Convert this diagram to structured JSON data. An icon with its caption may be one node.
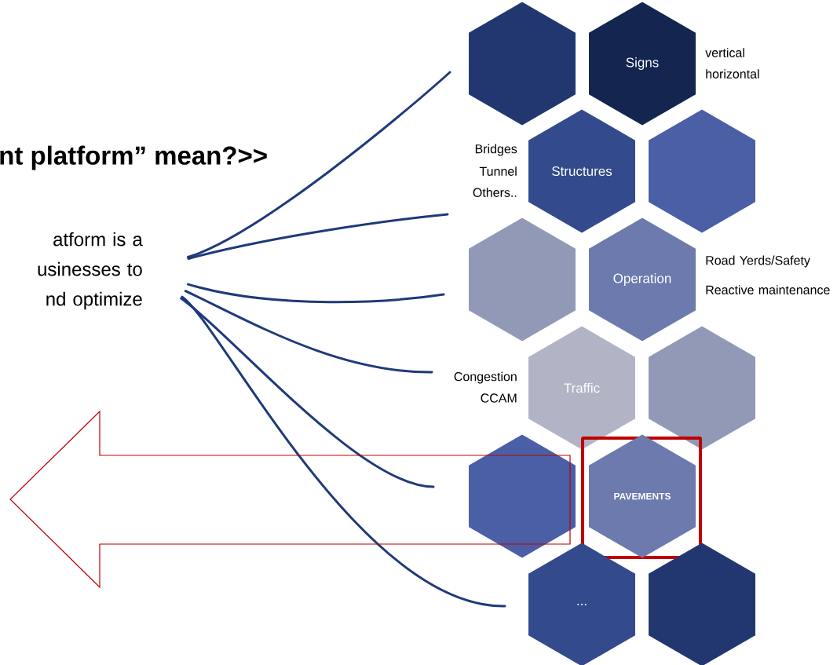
{
  "diagram": {
    "title": "nt platform” mean?>>",
    "nodes": [
      {
        "text": [],
        "shape": "hexagon"
      },
      {
        "text": [
          "Signs"
        ],
        "beside": [
          "vertical",
          "horizontal"
        ]
      },
      {
        "text": [
          "Structures"
        ],
        "beside": [
          "Bridges",
          "Tunnel",
          "Others.."
        ]
      },
      {
        "text": [],
        "shape": "hexagon"
      },
      {
        "text": [],
        "shape": "hexagon"
      },
      {
        "text": [
          "Operation"
        ],
        "beside": [
          "Road Yerds/Safety",
          "Reactive maintenance"
        ]
      },
      {
        "text": [
          "Traffic"
        ],
        "beside": [
          "Congestion",
          "CCAM"
        ]
      },
      {
        "text": [],
        "shape": "hexagon"
      },
      {
        "text": [],
        "shape": "hexagon"
      },
      {
        "text": [],
        "shape": "box"
      },
      {
        "text": [
          "PAVEMENTS"
        ],
        "in": 9
      },
      {
        "text": [
          "..."
        ]
      },
      {
        "text": [],
        "shape": "hexagon"
      },
      {
        "text": [
          "atform is a usinesses to nd optimize"
        ]
      }
    ],
    "edges": [
      {
        "from": 13,
        "to": 0,
        "arrow": "none"
      },
      {
        "from": 13,
        "to": 2,
        "arrow": "none"
      },
      {
        "from": 13,
        "to": 4,
        "arrow": "none"
      },
      {
        "from": 13,
        "to": 6,
        "arrow": "none"
      },
      {
        "from": 13,
        "to": 8,
        "arrow": "none"
      },
      {
        "from": 13,
        "to": 11,
        "arrow": "none"
      },
      {
        "from": 9,
        "to": null,
        "arrow": "to",
        "color": "#c00000"
      }
    ]
  }
}
